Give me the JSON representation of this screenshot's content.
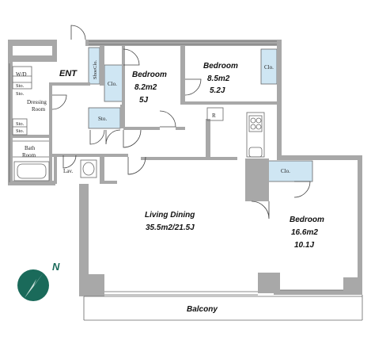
{
  "rooms": {
    "entrance": "ENT",
    "shoe_closet": "ShoeClo.",
    "wd": "W/D",
    "storage": "Sto.",
    "dressing_room": [
      "Dressing",
      "Room"
    ],
    "bath_room": [
      "Bath",
      "Room"
    ],
    "lavatory": "Lav.",
    "closet": "Clo.",
    "refrigerator": "R",
    "bedroom1": {
      "name": "Bedroom",
      "area": "8.2m2",
      "jo": "5J"
    },
    "bedroom2": {
      "name": "Bedroom",
      "area": "8.5m2",
      "jo": "5.2J"
    },
    "bedroom3": {
      "name": "Bedroom",
      "area": "16.6m2",
      "jo": "10.1J"
    },
    "living_dining": {
      "name": "Living Dining",
      "area": "35.5m2/21.5J"
    },
    "balcony": "Balcony"
  },
  "compass": {
    "label": "N"
  },
  "colors": {
    "wall": "#a8a8a8",
    "closet_fill": "#cfe6f3",
    "compass": "#1a6a5a"
  }
}
